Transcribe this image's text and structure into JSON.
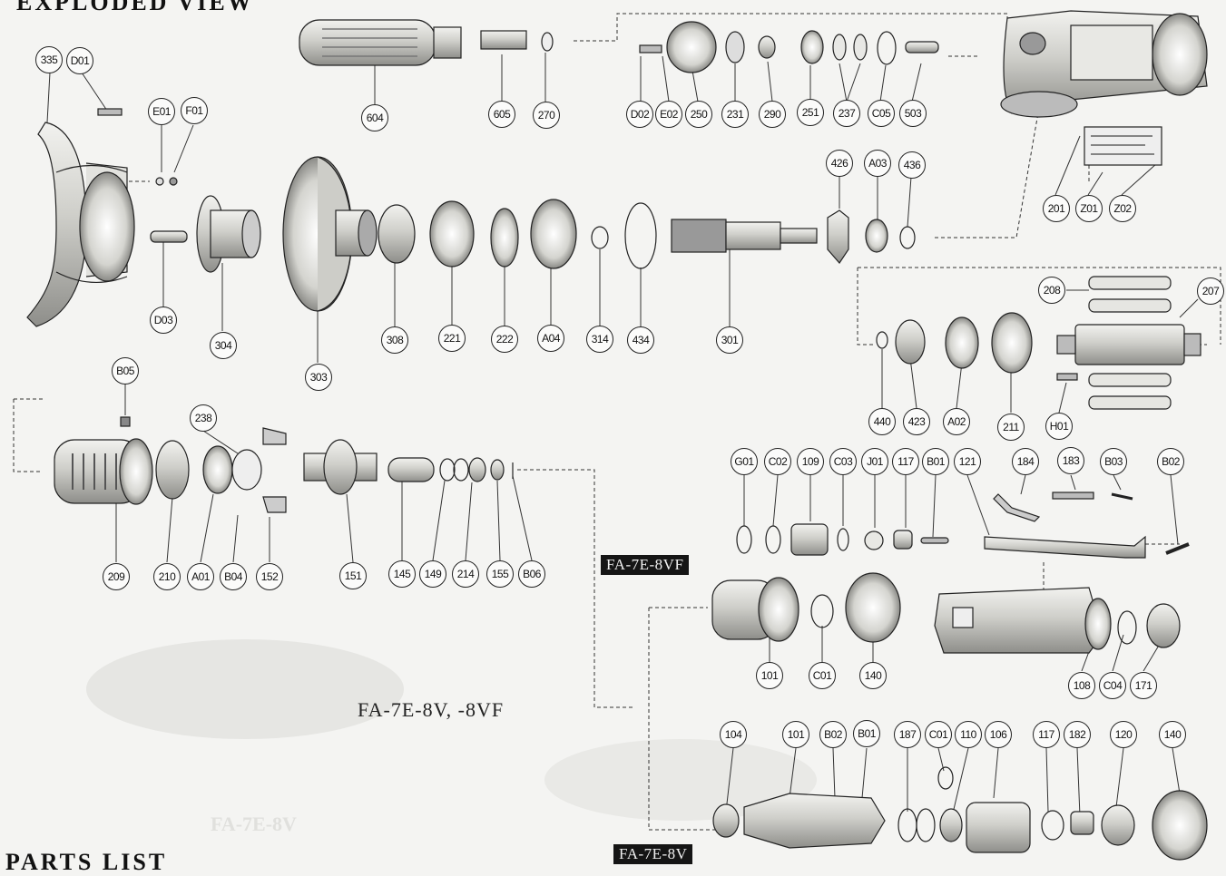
{
  "headings": {
    "top": "EXPLODED VIEW",
    "bottom": "PARTS LIST"
  },
  "model_tags": {
    "vf": "FA-7E-8VF",
    "v": "FA-7E-8V"
  },
  "model_caption": "FA-7E-8V, -8VF",
  "watermark_small": "FA-7E-8V",
  "callouts": [
    "335",
    "D01",
    "E01",
    "F01",
    "D03",
    "304",
    "303",
    "604",
    "605",
    "270",
    "D02",
    "E02",
    "250",
    "231",
    "290",
    "251",
    "237",
    "C05",
    "503",
    "201",
    "Z01",
    "Z02",
    "426",
    "A03",
    "436",
    "308",
    "221",
    "222",
    "A04",
    "314",
    "434",
    "301",
    "208",
    "207",
    "440",
    "423",
    "A02",
    "211",
    "H01",
    "B05",
    "238",
    "209",
    "210",
    "A01",
    "B04",
    "152",
    "151",
    "145",
    "149",
    "214",
    "155",
    "B06",
    "G01",
    "C02",
    "109",
    "C03",
    "J01",
    "117",
    "B01",
    "121",
    "184",
    "183",
    "B03",
    "B02",
    "101",
    "C01",
    "140",
    "108",
    "C04",
    "171",
    "104",
    "101",
    "B02",
    "B01",
    "187",
    "C01",
    "110",
    "106",
    "117",
    "182",
    "120",
    "140"
  ],
  "colors": {
    "background": "#f4f4f2",
    "ink": "#222222",
    "part_fill": "#d8d8d4",
    "part_shade": "#9a9a96",
    "tag_bg": "#151515"
  }
}
